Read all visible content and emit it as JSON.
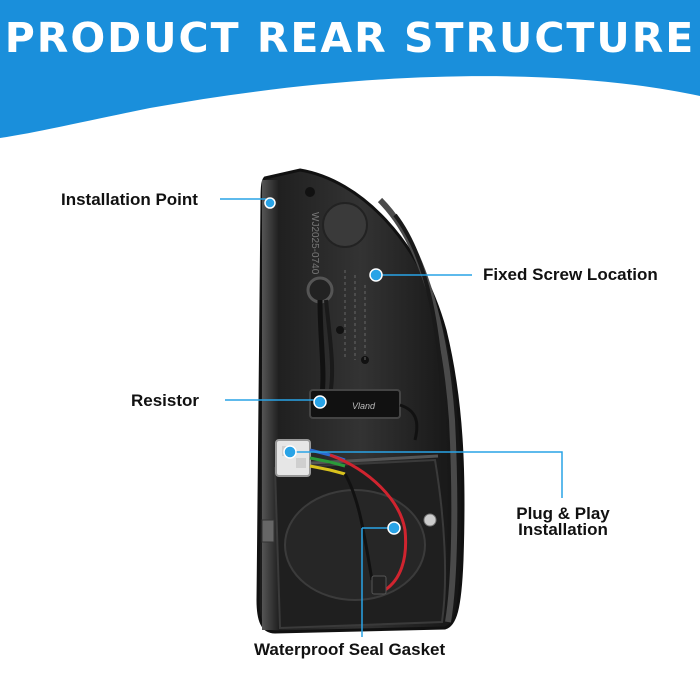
{
  "banner": {
    "title": "PRODUCT REAR STRUCTURE",
    "color": "#1a8fdb"
  },
  "product": {
    "name": "tail-light-rear-view",
    "part_number": "WJ2025-0740"
  },
  "callouts": {
    "installation_point": "Installation Point",
    "fixed_screw_location": "Fixed Screw Location",
    "resistor": "Resistor",
    "plug_and_play_line1": "Plug & Play",
    "plug_and_play_line2": "Installation",
    "waterproof_seal_gasket": "Waterproof Seal Gasket"
  },
  "colors": {
    "accent": "#1a8fdb",
    "housing": "#2b2b2b",
    "marker": "#29a3e6"
  }
}
